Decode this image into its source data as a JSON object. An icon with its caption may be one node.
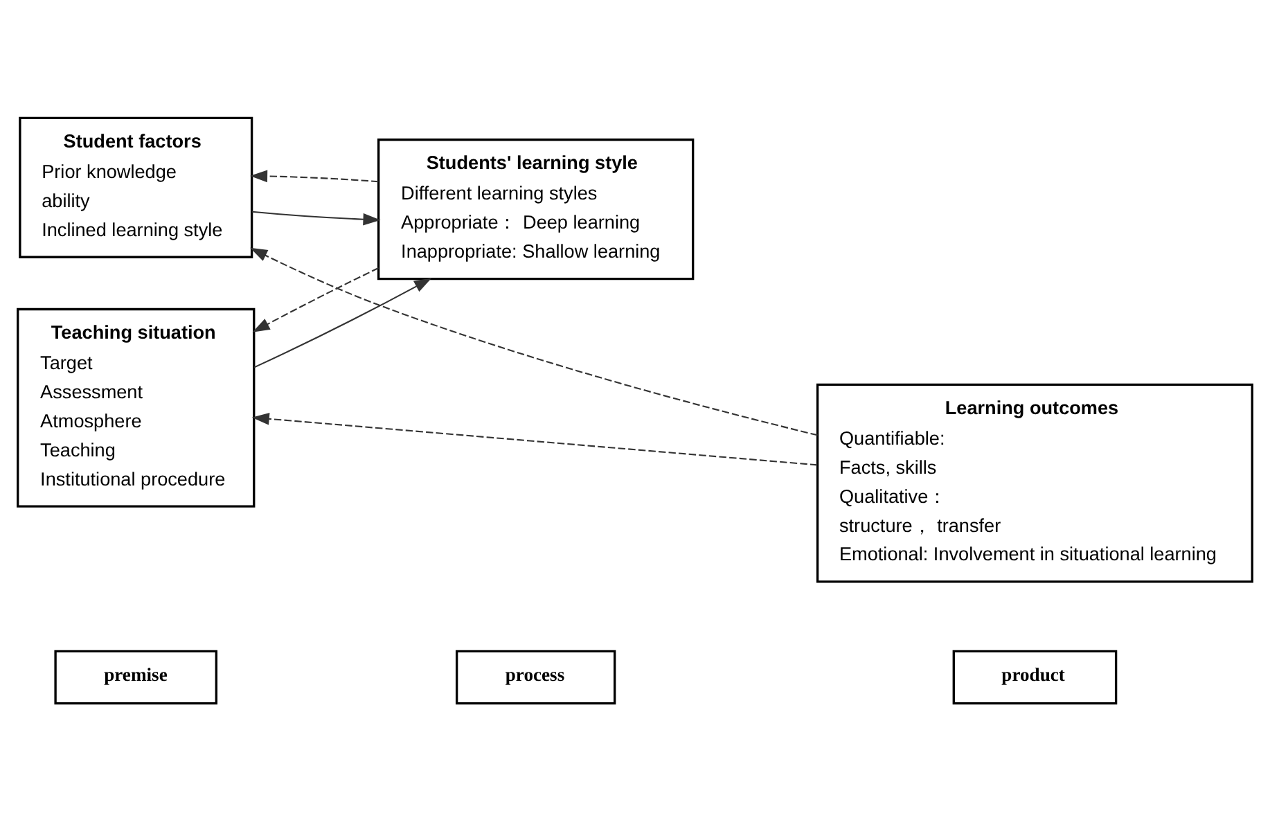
{
  "diagram": {
    "nodes": [
      {
        "text": [
          "premise"
        ]
      },
      {
        "text": [
          "process"
        ]
      },
      {
        "text": [
          "product"
        ]
      },
      {
        "text": [
          "Student factors",
          "Prior knowledge",
          "ability",
          "Inclined learning style"
        ]
      },
      {
        "text": [
          "Students' learning style",
          "Different learning styles",
          "Appropriate： Deep learning",
          "Inappropriate: Shallow learning"
        ]
      },
      {
        "text": [
          "Learning outcomes",
          "Quantifiable:",
          "Facts, skills",
          "Qualitative：",
          "structure， transfer",
          "Emotional: Involvement in situational learning"
        ]
      },
      {
        "text": [
          "Teaching situation",
          "Target",
          "Assessment",
          "Atmosphere",
          "Teaching",
          "Institutional procedure"
        ]
      }
    ],
    "edges": [
      {
        "from": 3,
        "to": 4,
        "arrow": "to"
      },
      {
        "from": 6,
        "to": 4,
        "arrow": "to"
      },
      {
        "from": 4,
        "to": 3,
        "arrow": "to",
        "style": "dashed"
      },
      {
        "from": 5,
        "to": 3,
        "arrow": "to",
        "style": "dashed"
      },
      {
        "from": 4,
        "to": 6,
        "arrow": "to",
        "style": "dashed"
      },
      {
        "from": 5,
        "to": 6,
        "arrow": "to",
        "style": "dashed"
      }
    ]
  }
}
